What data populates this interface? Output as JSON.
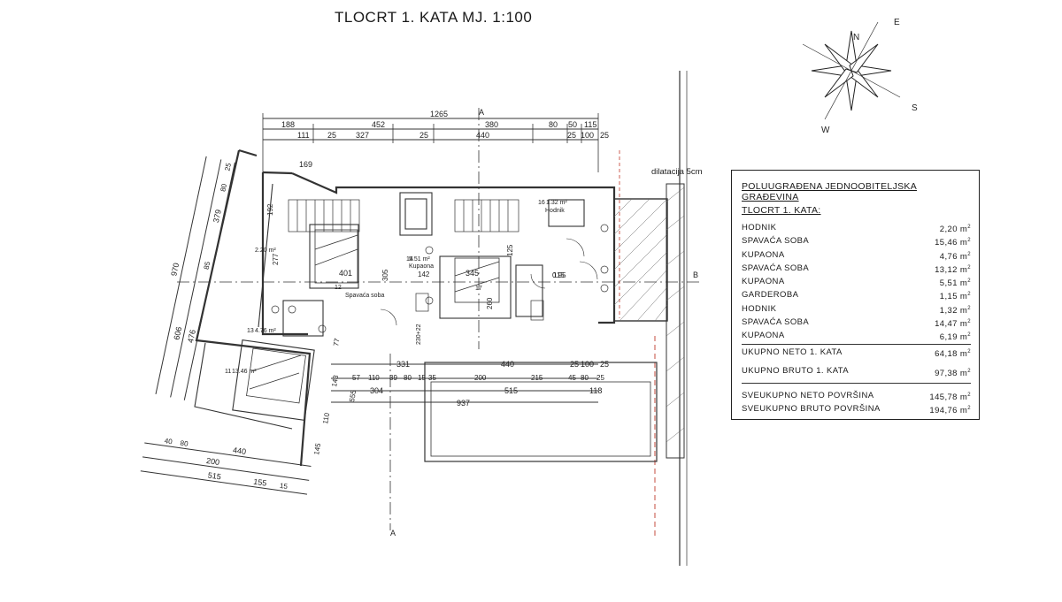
{
  "title": "TLOCRT 1. KATA  MJ. 1:100",
  "compass": {
    "n": "N",
    "e": "E",
    "s": "S",
    "w": "W"
  },
  "legend": {
    "heading": "POLUUGRAĐENA JEDNOOBITELJSKA GRAĐEVINA",
    "subheading": "TLOCRT 1. KATA:",
    "unit": "m",
    "rooms": [
      {
        "name": "HODNIK",
        "area": "2,20"
      },
      {
        "name": "SPAVAĆA SOBA",
        "area": "15,46"
      },
      {
        "name": "KUPAONA",
        "area": "4,76"
      },
      {
        "name": "SPAVAĆA SOBA",
        "area": "13,12"
      },
      {
        "name": "KUPAONA",
        "area": "5,51"
      },
      {
        "name": "GARDEROBA",
        "area": "1,15"
      },
      {
        "name": "HODNIK",
        "area": "1,32"
      },
      {
        "name": "SPAVAĆA SOBA",
        "area": "14,47"
      },
      {
        "name": "KUPAONA",
        "area": "6,19"
      }
    ],
    "net_label": "UKUPNO NETO 1. KATA",
    "net_value": "64,18",
    "gross_label": "UKUPNO BRUTO 1. KATA",
    "gross_value": "97,38",
    "total_net_label": "SVEUKUPNO NETO POVRŠINA",
    "total_net_value": "145,78",
    "total_gross_label": "SVEUKUPNO BRUTO POVRŠINA",
    "total_gross_value": "194,76"
  },
  "plan_labels": {
    "dilatacija": "dilatacija 5cm",
    "sec_a": "A",
    "sec_b": "B",
    "top_total": "1265",
    "top_row1": [
      "188",
      "452",
      "380",
      "80",
      "50",
      "115"
    ],
    "top_row2": [
      "111",
      "25",
      "327",
      "25",
      "440",
      "25",
      "100",
      "25"
    ],
    "mid_row1": [
      "331",
      "440",
      "25",
      "100",
      "25"
    ],
    "mid_row2": [
      "57",
      "110",
      "39",
      "80",
      "15",
      "35",
      "200",
      "215",
      "45",
      "80",
      "25"
    ],
    "mid_row3": [
      "304",
      "515",
      "118"
    ],
    "mid_total": "937",
    "bottom_row1": [
      "40",
      "80",
      "440"
    ],
    "bottom_row2": [
      "200"
    ],
    "bottom_row3": [
      "515",
      "155",
      "15"
    ],
    "left_total": "970",
    "left_vals": [
      "606",
      "476",
      "379",
      "80",
      "85",
      "25"
    ],
    "rooms": [
      "401",
      "345",
      "0.95",
      "1.32 m²",
      "5.51 m²",
      "2.20 m²",
      "4.76 m²",
      "13.46 m²",
      "16",
      "14",
      "13",
      "12",
      "11",
      "17",
      "Hodnik",
      "Kupaona",
      "Spavaća soba"
    ],
    "misc": [
      "169",
      "192",
      "277",
      "305",
      "142",
      "260",
      "125",
      "115",
      "77",
      "143",
      "110",
      "145",
      "555",
      "230+22"
    ]
  }
}
